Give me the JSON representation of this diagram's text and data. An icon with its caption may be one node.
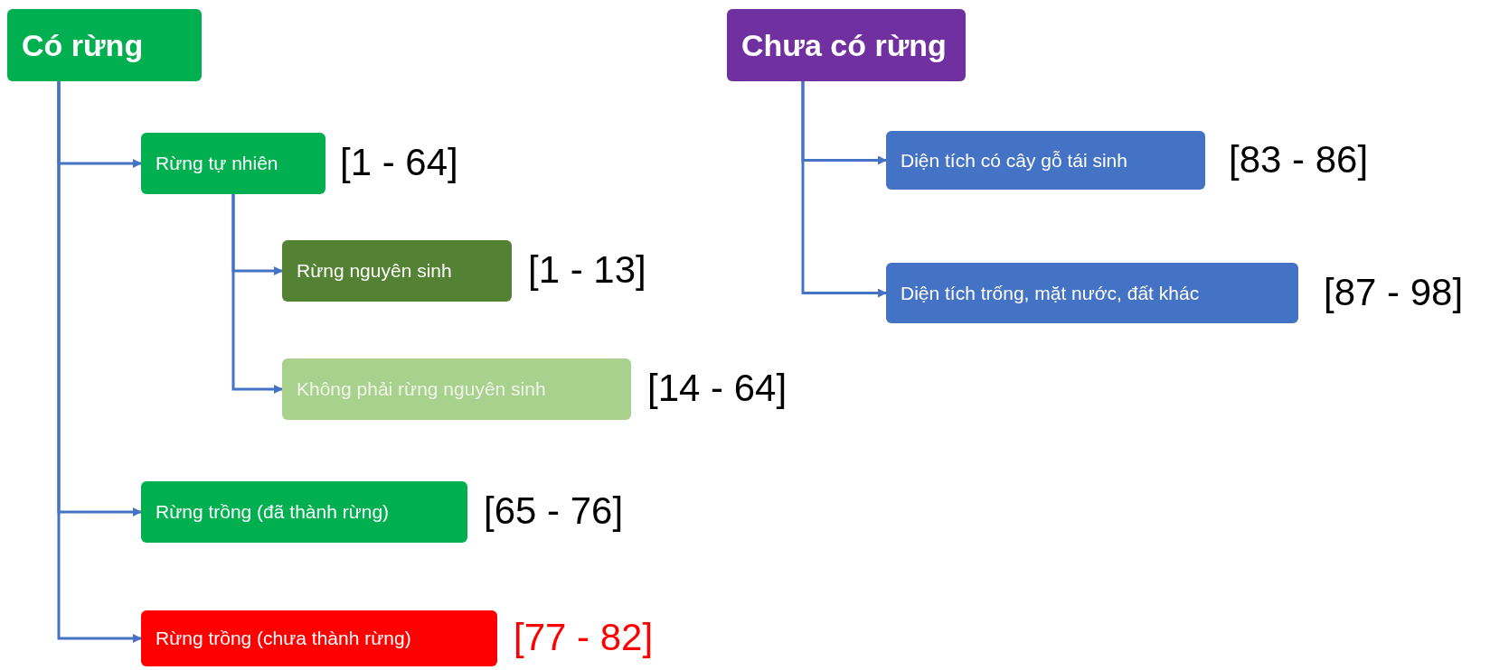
{
  "diagram": {
    "nodes": [
      {
        "text": [
          "Có rừng"
        ]
      },
      {
        "text": [
          "Rừng tự nhiên"
        ],
        "beside": [
          "[1 - 64]"
        ]
      },
      {
        "text": [
          "Rừng nguyên sinh"
        ],
        "beside": [
          "[1 - 13]"
        ]
      },
      {
        "text": [
          "Không phải rừng nguyên sinh"
        ],
        "beside": [
          "[14 - 64]"
        ]
      },
      {
        "text": [
          "Rừng trồng (đã thành rừng)"
        ],
        "beside": [
          "[65 - 76]"
        ]
      },
      {
        "text": [
          "Rừng trồng (chưa thành rừng)"
        ],
        "beside": [
          "[77 - 82]"
        ]
      },
      {
        "text": [
          "Chưa có rừng"
        ]
      },
      {
        "text": [
          "Diện tích có cây gỗ tái sinh"
        ],
        "beside": [
          "[83 - 86]"
        ]
      },
      {
        "text": [
          "Diện tích trống, mặt nước, đất khác"
        ],
        "beside": [
          "[87 - 98]"
        ]
      }
    ],
    "edges": [
      {
        "from": 0,
        "to": 1,
        "arrow": "to"
      },
      {
        "from": 1,
        "to": 2,
        "arrow": "to"
      },
      {
        "from": 1,
        "to": 3,
        "arrow": "to"
      },
      {
        "from": 0,
        "to": 4,
        "arrow": "to"
      },
      {
        "from": 0,
        "to": 5,
        "arrow": "to"
      },
      {
        "from": 6,
        "to": 7,
        "arrow": "to"
      },
      {
        "from": 6,
        "to": 8,
        "arrow": "to"
      }
    ]
  }
}
